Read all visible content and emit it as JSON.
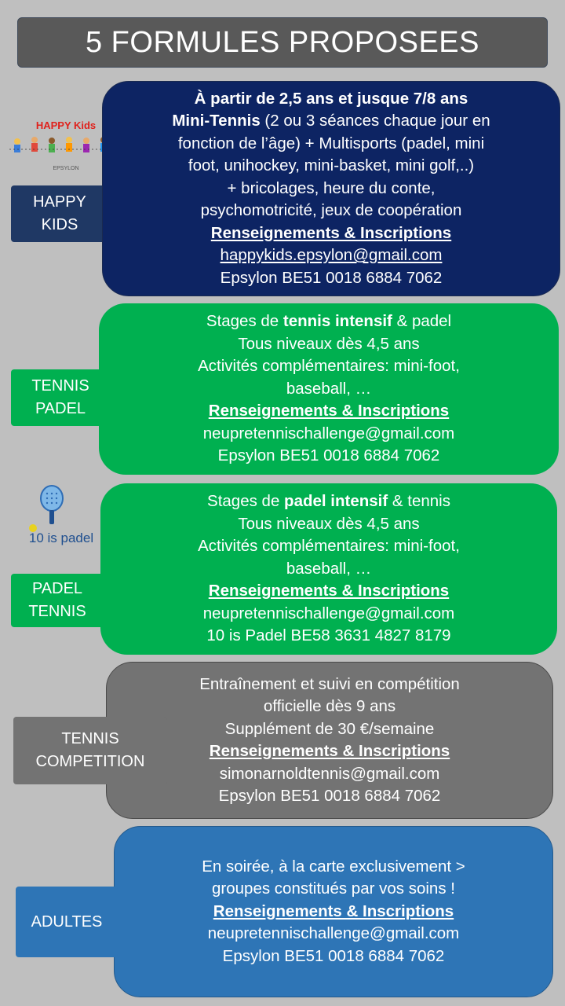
{
  "title": "5 FORMULES PROPOSEES",
  "colors": {
    "background": "#bfbfbf",
    "title_bg": "#595959",
    "navy": "#0d2463",
    "green": "#00b050",
    "gray": "#737373",
    "blue": "#2e75b6",
    "label_navy": "#1f3864"
  },
  "happy_kids": {
    "label": [
      "HAPPY",
      "KIDS"
    ],
    "logo_text": "HAPPY Kids",
    "logo_sub": "EPSYLON",
    "lines": [
      "À partir de 2,5 ans et jusque 7/8 ans",
      "Mini-Tennis",
      " (2 ou 3 séances  chaque jour en",
      "fonction de l’âge) + Multisports (padel, mini",
      "foot, unihockey, mini-basket, mini golf,..)",
      "+ bricolages, heure du conte,",
      "psychomotricité, jeux de coopération",
      "Renseignements & Inscriptions",
      "happykids.epsylon@gmail.com",
      "Epsylon BE51 0018 6884 7062"
    ]
  },
  "tennis_padel": {
    "label": [
      "TENNIS",
      "PADEL"
    ],
    "lines": [
      "Stages de ",
      "tennis intensif",
      " & padel",
      "Tous niveaux dès 4,5 ans",
      "Activités complémentaires: mini-foot,",
      "baseball, …",
      "Renseignements & Inscriptions",
      "neupretennischallenge@gmail.com",
      "Epsylon BE51 0018 6884 7062"
    ]
  },
  "padel_tennis": {
    "label": [
      "PADEL",
      "TENNIS"
    ],
    "logo_text": "10 is padel",
    "lines": [
      "Stages de ",
      "padel intensif",
      " & tennis",
      "Tous niveaux dès 4,5 ans",
      "Activités complémentaires: mini-foot,",
      "baseball, …",
      "Renseignements & Inscriptions",
      "neupretennischallenge@gmail.com",
      "10 is Padel BE58 3631 4827 8179"
    ]
  },
  "tennis_competition": {
    "label": [
      "TENNIS",
      "COMPETITION"
    ],
    "lines": [
      "Entraînement  et suivi en compétition",
      "officielle dès 9 ans",
      "Supplément de 30 €/semaine",
      "Renseignements & Inscriptions",
      "simonarnoldtennis@gmail.com",
      "Epsylon BE51 0018 6884 7062"
    ]
  },
  "adultes": {
    "label": [
      "ADULTES"
    ],
    "lines": [
      "En soirée, à la carte exclusivement >",
      "groupes constitués par vos soins !",
      "Renseignements & Inscriptions",
      "neupretennischallenge@gmail.com",
      "Epsylon BE51 0018 6884 7062"
    ]
  }
}
